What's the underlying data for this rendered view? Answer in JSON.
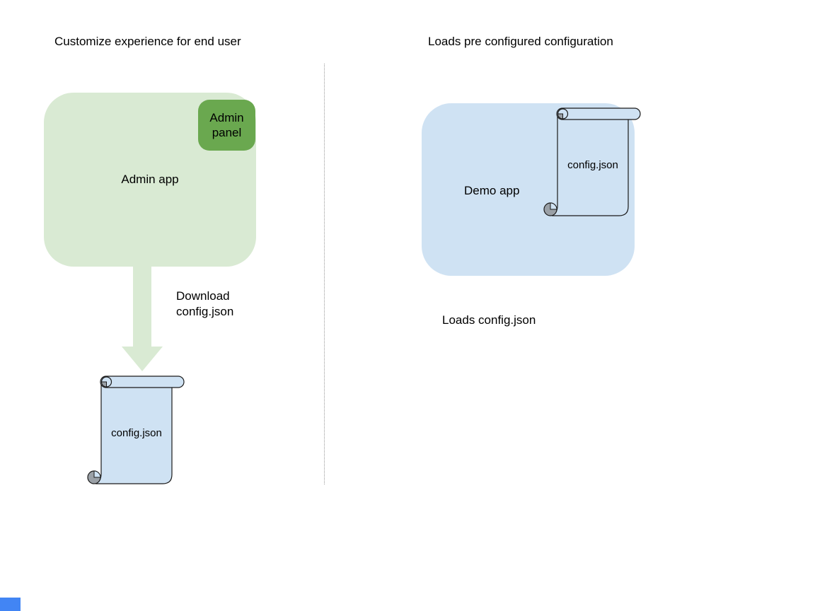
{
  "left_section": {
    "title": "Customize experience for end user",
    "admin_app": {
      "label": "Admin app",
      "fill": "#d9ead3"
    },
    "admin_panel": {
      "label": "Admin panel",
      "fill": "#6aa84f"
    },
    "download_arrow": {
      "line1": "Download",
      "line2": "config.json",
      "fill": "#d9ead3"
    },
    "config_file": {
      "label": "config.json",
      "fill": "#cfe2f3"
    }
  },
  "right_section": {
    "title": "Loads pre configured configuration",
    "demo_app": {
      "label": "Demo app",
      "fill": "#cfe2f3"
    },
    "config_file": {
      "label": "config.json",
      "fill": "#cfe2f3"
    },
    "caption": "Loads config.json"
  },
  "colors": {
    "background": "#ffffff",
    "text": "#000000",
    "outline": "#1a1a1a",
    "divider": "#999999",
    "curl_gray": "#9aa0a6",
    "corner_marker": "#4285f4"
  }
}
